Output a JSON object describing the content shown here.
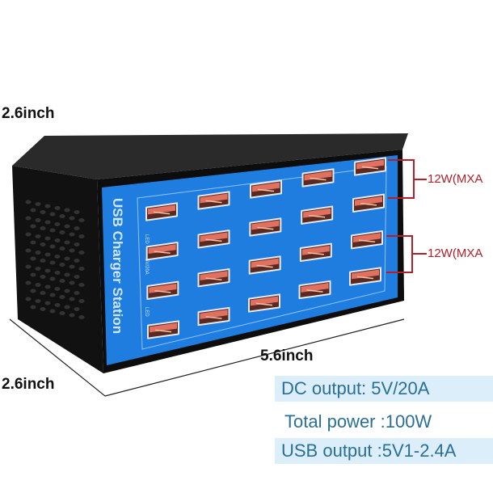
{
  "product": {
    "label": "USB Charger Station",
    "port_label_a": "LED",
    "port_label_b": "5V/20A",
    "port_columns": 5,
    "port_rows": 4
  },
  "dimensions": {
    "height": "2.6inch",
    "depth": "2.6inch",
    "width": "5.6inch"
  },
  "callouts": [
    "12W(MXA",
    "12W(MXA"
  ],
  "specs": [
    "DC output: 5V/20A",
    "Total power :100W",
    "USB output :5V1-2.4A"
  ],
  "colors": {
    "panel": "#1f7de0",
    "body": "#151515",
    "port": "#e07060",
    "callout": "#b0202a",
    "spec_text": "#2a6f96"
  }
}
